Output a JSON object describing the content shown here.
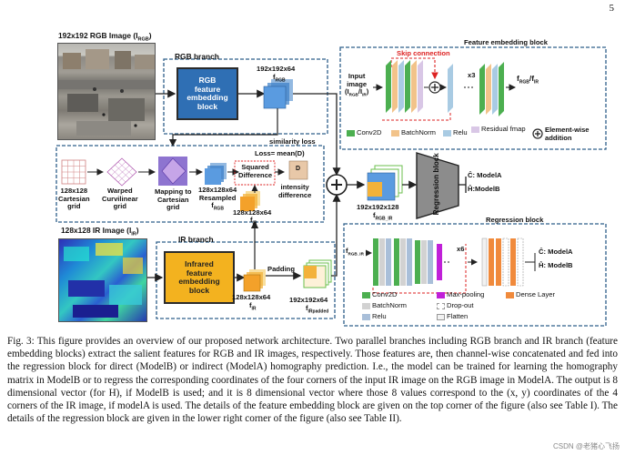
{
  "page_number": "5",
  "rgb_image_label": "192x192 RGB Image (I",
  "rgb_image_sub": "RGB",
  "rgb_image_close": ")",
  "ir_image_label": "128x128 IR Image (I",
  "ir_image_sub": "IR",
  "ir_image_close": ")",
  "rgb_branch": {
    "title": "RGB branch",
    "block_line1": "RGB",
    "block_line2": "feature",
    "block_line3": "embedding",
    "block_line4": "block",
    "out_size": "192x192x64",
    "out_name": "f",
    "out_sub": "RGB"
  },
  "ir_branch": {
    "title": "IR branch",
    "block_line1": "Infrared",
    "block_line2": "feature",
    "block_line3": "embedding",
    "block_line4": "block",
    "out_size": "128x128x64",
    "out_name": "f",
    "out_sub": "IR",
    "padding": "Padding",
    "pad_size": "192x192x64",
    "pad_name": "f",
    "pad_sub": "IRpadded"
  },
  "similarity": {
    "title": "similarity loss",
    "loss": "Loss= mean(D)",
    "cartesian1": "128x128",
    "cartesian2": "Cartesian",
    "cartesian3": "grid",
    "warped1": "Warped",
    "warped2": "Curvilinear",
    "warped3": "grid",
    "mapping1": "Mapping to",
    "mapping2": "Cartesian",
    "mapping3": "grid",
    "resampled1": "128x128x64",
    "resampled2": "Resampled",
    "resampled3": "f",
    "resampled_sub": "RGB",
    "squared1": "Squared",
    "squared2": "Difference",
    "d": "D",
    "intensity1": "intensity",
    "intensity2": "difference",
    "fir_size": "128x128x64",
    "fir_name": "f",
    "fir_sub": "IR"
  },
  "concat": {
    "size": "192x192x128",
    "name": "f",
    "sub": "RGB_IR"
  },
  "regression": {
    "block_text": "Regression block",
    "out_a": "Ĉ: ModelA",
    "out_b": "Ĥ:ModelB"
  },
  "feature_block": {
    "title": "Feature embedding block",
    "skip": "Skip connection",
    "input1": "Input",
    "input2": "image",
    "input3": "(I",
    "input_sub": "RGB",
    "input_mid": "/I",
    "input_sub2": "IR",
    "input_close": ")",
    "repeat": "x3",
    "out": "f",
    "out_sub": "RGB",
    "out_mid": "/f",
    "out_sub2": "IR",
    "legend": [
      {
        "label": "Conv2D",
        "color": "#4caf50"
      },
      {
        "label": "BatchNorm",
        "color": "#f2c38a"
      },
      {
        "label": "Relu",
        "color": "#a9cbe3"
      },
      {
        "label": "Residual fmap",
        "color": "#d9c7e6"
      }
    ],
    "add_label1": "Element-wise",
    "add_label2": "addition"
  },
  "regression_block": {
    "title": "Regression block",
    "input": "f",
    "input_sub": "RGB_IR",
    "repeat": "x6",
    "out_a": "Ĉ: ModelA",
    "out_b": "Ĥ: ModelB",
    "legend": [
      {
        "label": "Conv2D",
        "color": "#4caf50"
      },
      {
        "label": "Max-pooling",
        "color": "#c020d8"
      },
      {
        "label": "Dense Layer",
        "color": "#f08a3c"
      },
      {
        "label": "BatchNorm",
        "color": "#d2d2d2"
      },
      {
        "label": "Drop-out",
        "color": "#ffffff"
      },
      {
        "label": "Relu",
        "color": "#a9bfd9"
      },
      {
        "label": "Flatten",
        "color": "#f2f2f2"
      }
    ]
  },
  "caption": "Fig. 3: This figure provides an overview of our proposed network architecture. Two parallel branches including RGB branch and IR branch (feature embedding blocks) extract the salient features for RGB and IR images, respectively. Those features are, then channel-wise concatenated and fed into the regression block for direct (ModelB) or indirect (ModelA) homography prediction. I.e., the model can be trained for learning the homography matrix in ModelB or to regress the corresponding coordinates of the four corners of the input IR image on the RGB image in ModelA. The output is 8 dimensional vector (for H), if ModelB is used; and it is 8 dimensional vector where those 8 values correspond to the (x, y) coordinates of the 4 corners of the IR image, if modelA is used. The details of the feature embedding block are given on the top corner of the figure (also see Table I). The details of the regression block are given in the lower right corner of the figure (also see Table II).",
  "watermark": "CSDN @老猪心飞扬"
}
